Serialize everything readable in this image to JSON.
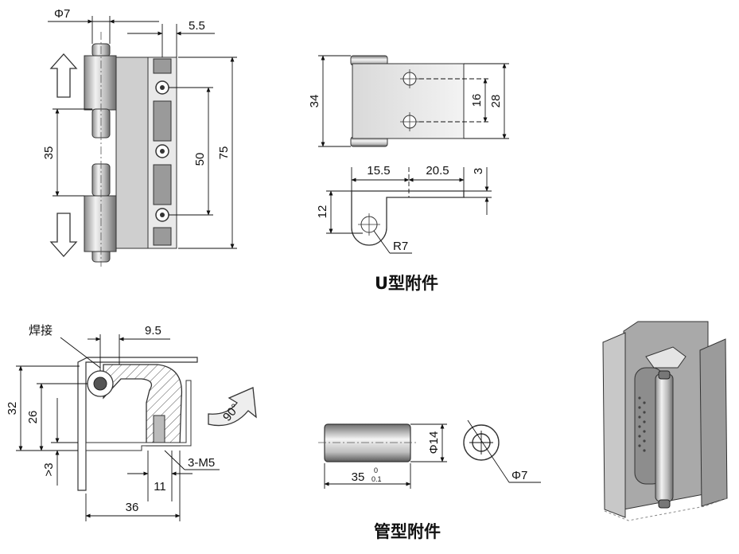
{
  "captions": {
    "u_type": "U型附件",
    "tube_type": "管型附件"
  },
  "view_hinge_front": {
    "dia": "Φ7",
    "width": "5.5",
    "pitch": "50",
    "height": "75",
    "gap": "35"
  },
  "view_u_top": {
    "height": "34",
    "hole_pitch": "16",
    "width": "28"
  },
  "view_u_side": {
    "len_a": "15.5",
    "len_b": "20.5",
    "thick": "3",
    "height": "12",
    "radius": "R7"
  },
  "view_section": {
    "weld_label": "焊接",
    "offset": "9.5",
    "h_outer": "32",
    "h_inner": "26",
    "min_gap": ">3",
    "thread": "3-M5",
    "pitch": "11",
    "width": "36",
    "angle": "90°"
  },
  "view_tube": {
    "length": "35",
    "tol_upper": "0",
    "tol_lower": "0.1",
    "outer_dia": "Φ14",
    "inner_dia": "Φ7"
  }
}
